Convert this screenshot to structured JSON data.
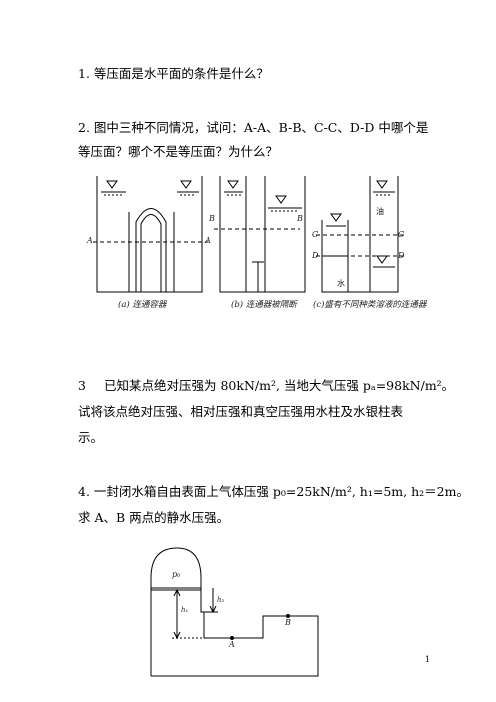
{
  "q1": "1. 等压面是水平面的条件是什么？",
  "q2_line1": "2. 图中三种不同情况，试问：A-A、B-B、C-C、D-D 中哪个是",
  "q2_line2": "等压面？哪个不是等压面？为什么？",
  "fig_captions": {
    "a": "(a) 连通容器",
    "b": "(b) 连通器被隔断",
    "c": "(c)盛有不同种类溶液的连通器"
  },
  "fig_labels": {
    "A": "A",
    "B": "B",
    "C": "C",
    "D": "D",
    "oil": "油",
    "water": "水"
  },
  "q3_num": "3",
  "q3_line1": "已知某点绝对压强为 80kN/m², 当地大气压强 pₐ=98kN/m²。",
  "q3_line2": "试将该点绝对压强、相对压强和真空压强用水柱及水银柱表",
  "q3_line3": "示。",
  "q4_line1": "4. 一封闭水箱自由表面上气体压强 p₀=25kN/m², h₁=5m, h₂＝2m。",
  "q4_line2": "求 A、B 两点的静水压强。",
  "fig4_labels": {
    "p0": "p₀",
    "h1": "h₁",
    "h2": "h₂",
    "A": "A",
    "B": "B"
  },
  "page_number": "1"
}
